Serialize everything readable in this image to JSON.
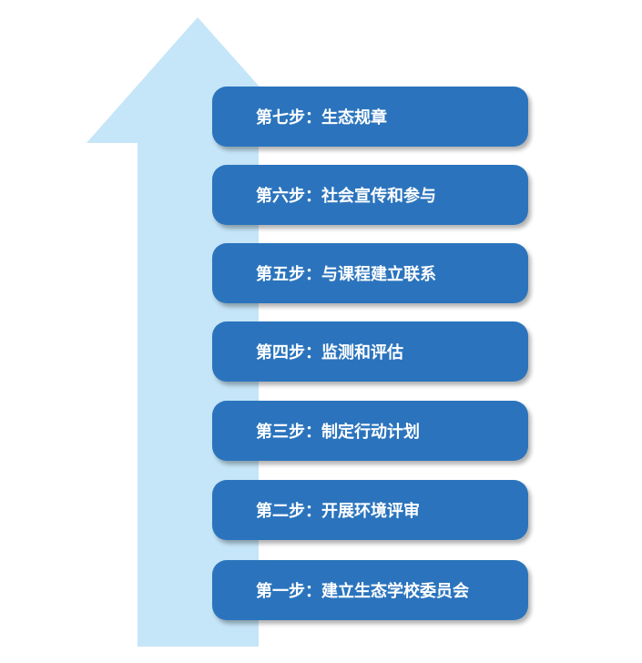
{
  "colors": {
    "arrow": "#c5e5f8",
    "box": "#2b74bd",
    "text": "#ffffff"
  },
  "steps": [
    {
      "label": "第七步：生态规章"
    },
    {
      "label": "第六步：社会宣传和参与"
    },
    {
      "label": "第五步：与课程建立联系"
    },
    {
      "label": "第四步：监测和评估"
    },
    {
      "label": "第三步：制定行动计划"
    },
    {
      "label": "第二步：开展环境评审"
    },
    {
      "label": "第一步：建立生态学校委员会"
    }
  ]
}
